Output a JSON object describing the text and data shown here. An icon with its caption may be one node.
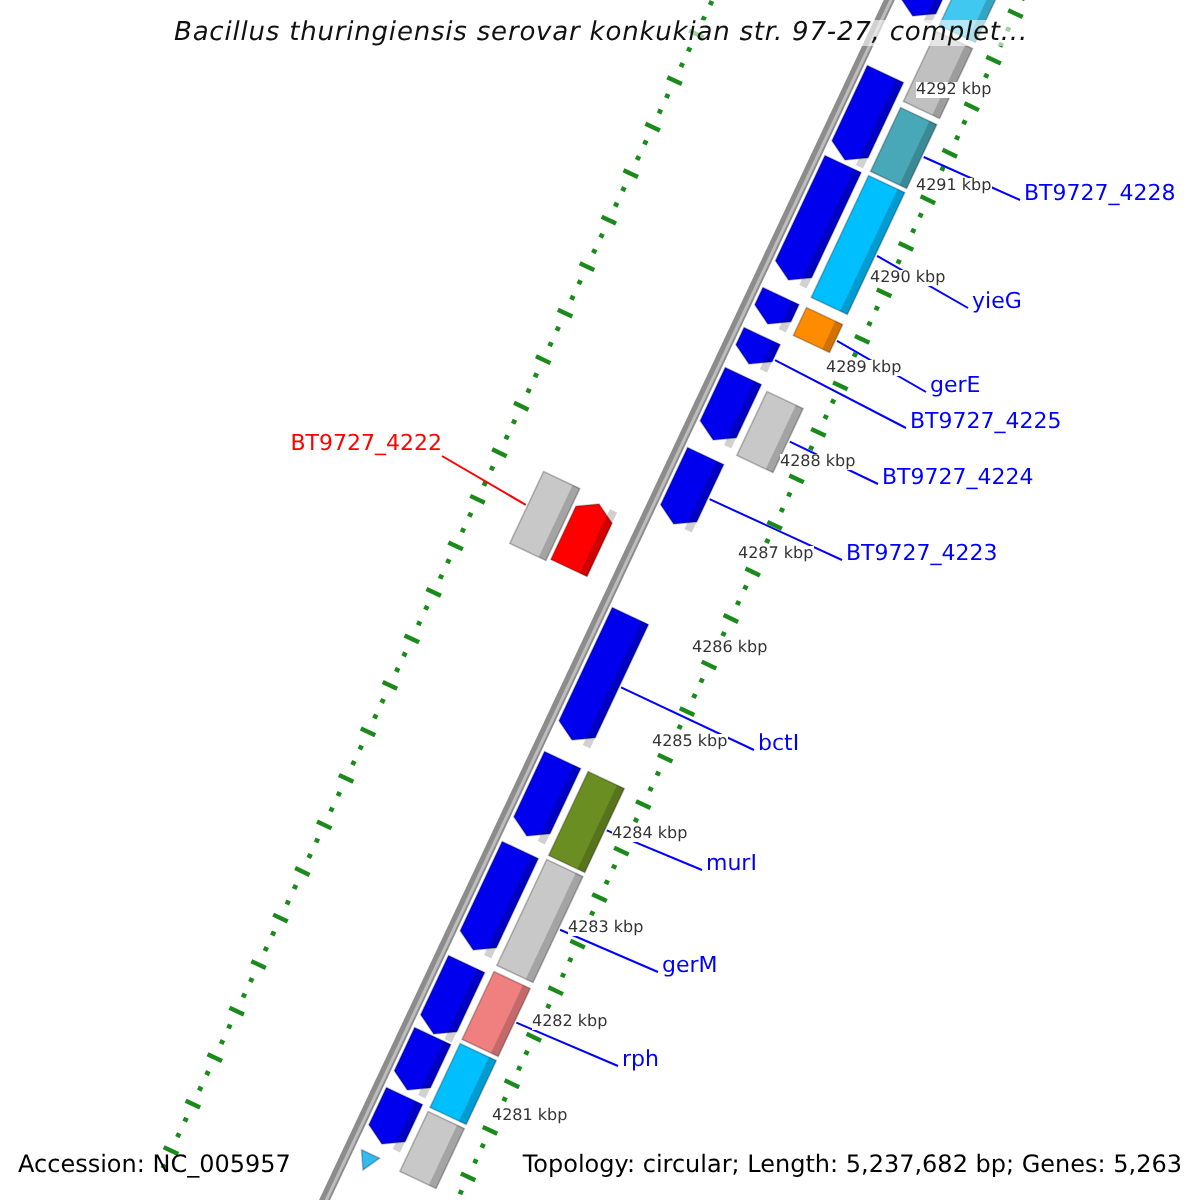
{
  "diagram": {
    "title": "Bacillus thuringiensis serovar konkukian str. 97-27, complet...",
    "nodes": [
      {
        "text": [
          "BT9727_4228"
        ]
      },
      {
        "text": [
          "yieG"
        ]
      },
      {
        "text": [
          "gerE"
        ]
      },
      {
        "text": [
          "BT9727_4225"
        ]
      },
      {
        "text": [
          "BT9727_4224"
        ]
      },
      {
        "text": [
          "BT9727_4223"
        ]
      },
      {
        "text": [
          "BT9727_4222"
        ]
      },
      {
        "text": [
          "bctI"
        ]
      },
      {
        "text": [
          "murI"
        ]
      },
      {
        "text": [
          "gerM"
        ]
      },
      {
        "text": [
          "rph"
        ]
      },
      {
        "text": [],
        "shape": "bar"
      },
      {
        "text": [],
        "shape": "pentagon"
      },
      {
        "text": [],
        "shape": "bar"
      },
      {
        "text": [],
        "shape": "pentagon"
      },
      {
        "text": [],
        "shape": "bar"
      },
      {
        "text": [],
        "shape": "pentagon"
      },
      {
        "text": [],
        "shape": "bar"
      },
      {
        "text": [],
        "shape": "pentagon"
      },
      {
        "text": [],
        "shape": "bar"
      },
      {
        "text": [],
        "shape": "pentagon"
      },
      {
        "text": [],
        "shape": "pentagon"
      },
      {
        "text": [],
        "shape": "bar"
      },
      {
        "text": [],
        "shape": "pentagon"
      },
      {
        "text": [],
        "shape": "bar"
      },
      {
        "text": [],
        "shape": "pentagon"
      },
      {
        "text": [],
        "shape": "pentagon"
      },
      {
        "text": [],
        "shape": "pentagon"
      },
      {
        "text": [],
        "shape": "bar"
      },
      {
        "text": [],
        "shape": "pentagon"
      },
      {
        "text": [],
        "shape": "bar"
      },
      {
        "text": [],
        "shape": "pentagon"
      },
      {
        "text": [],
        "shape": "bar"
      },
      {
        "text": [],
        "shape": "pentagon"
      },
      {
        "text": [],
        "shape": "bar"
      },
      {
        "text": [],
        "shape": "pentagon"
      },
      {
        "text": [],
        "shape": "bar"
      },
      {
        "text": [],
        "shape": "triangle"
      }
    ],
    "edges": [
      {
        "from": 0,
        "to": 15,
        "arrow": "none"
      },
      {
        "from": 1,
        "to": 17,
        "arrow": "none"
      },
      {
        "from": 2,
        "to": 19,
        "arrow": "none"
      },
      {
        "from": 3,
        "to": 20,
        "arrow": "none"
      },
      {
        "from": 4,
        "to": 22,
        "arrow": "none"
      },
      {
        "from": 5,
        "to": 23,
        "arrow": "none"
      },
      {
        "from": 6,
        "to": 24,
        "arrow": "none",
        "color": "#ff0000"
      },
      {
        "from": 7,
        "to": 26,
        "arrow": "none"
      },
      {
        "from": 8,
        "to": 28,
        "arrow": "none"
      },
      {
        "from": 9,
        "to": 30,
        "arrow": "none"
      },
      {
        "from": 10,
        "to": 32,
        "arrow": "none"
      }
    ],
    "labels": [
      "4292 kbp",
      "4291 kbp",
      "4290 kbp",
      "4289 kbp",
      "4288 kbp",
      "4287 kbp",
      "4286 kbp",
      "4285 kbp",
      "4284 kbp",
      "4283 kbp",
      "4282 kbp",
      "4281 kbp",
      "Accession: NC_005957",
      "Topology: circular; Length: 5,237,682 bp; Genes: 5,263"
    ]
  }
}
